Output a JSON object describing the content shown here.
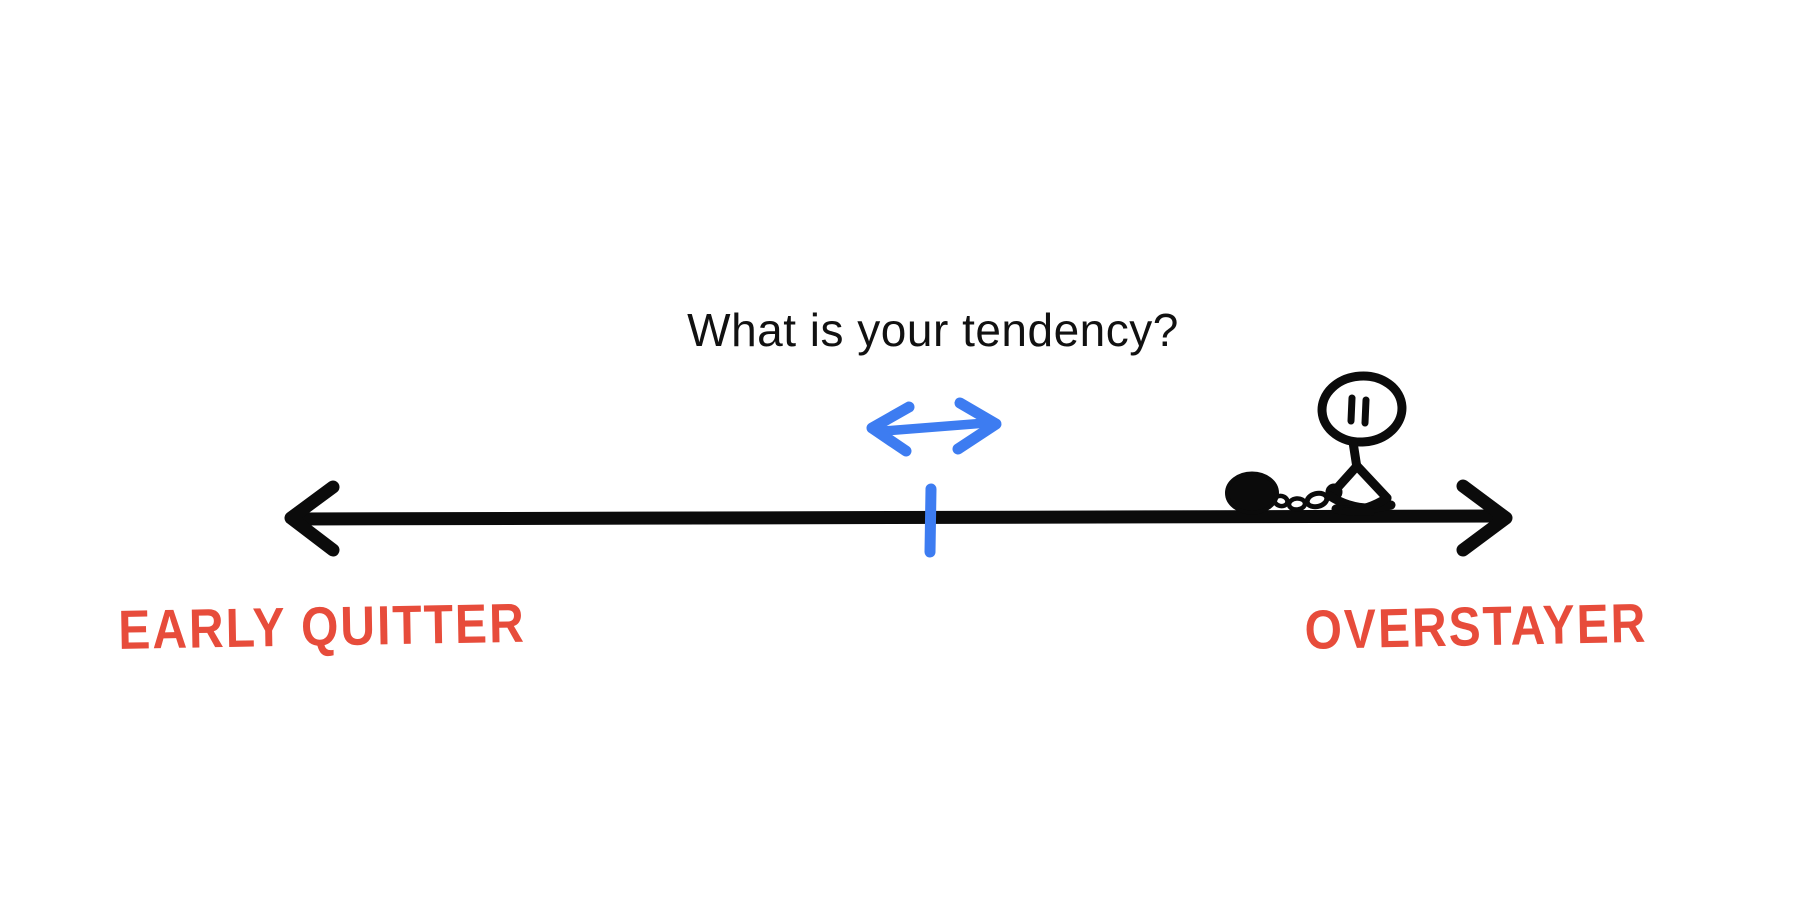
{
  "title": "What is your tendency?",
  "axis": {
    "left_label": "EARLY QUITTER",
    "right_label": "OVERSTAYER"
  },
  "marker": {
    "position_percent": 53,
    "hint_icon": "left-right-drag-arrow"
  },
  "figure": {
    "icon": "stick-figure-ball-and-chain"
  },
  "colors": {
    "background": "#ffffff",
    "ink": "#0b0b0b",
    "accent_blue": "#3d7cf1",
    "label_red": "#e74c3b"
  }
}
